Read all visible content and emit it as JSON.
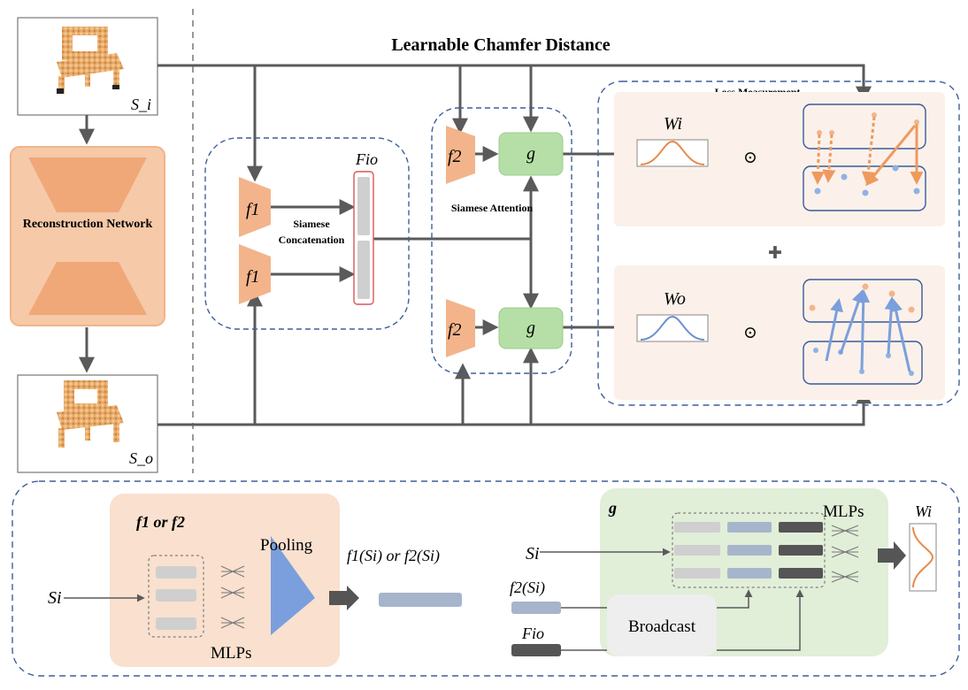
{
  "title": "Learnable Chamfer Distance",
  "input_label": "S_i",
  "output_label": "S_o",
  "reconstruction": "Reconstruction Network",
  "siamese_concat": "Siamese Concatenation",
  "siamese_attention": "Siamese Attention",
  "loss_measurement": "Loss Measurement",
  "f1": "f1",
  "f2": "f2",
  "g": "g",
  "fio": "Fio",
  "wi": "Wi",
  "wo": "Wo",
  "odot": "⊙",
  "plus": "✚",
  "detail": {
    "f_title": "f1 or f2",
    "pooling": "Pooling",
    "mlps": "MLPs",
    "si": "Si",
    "f_output": "f1(Si) or f2(Si)",
    "g_title": "g",
    "g_mlps": "MLPs",
    "g_si": "Si",
    "g_f2si": "f2(Si)",
    "g_fio": "Fio",
    "broadcast": "Broadcast",
    "g_wi": "Wi"
  },
  "colors": {
    "dash_blue": "#3f5f9a",
    "orange": "#f3b48b",
    "orange_dark": "#e8894a",
    "green": "#b5dfa6",
    "blue": "#7b9fdc",
    "gray_line": "#5a5a5a",
    "loss_bg": "#fbf1ea",
    "detail_f_bg": "#f9e0cf",
    "detail_g_bg": "#e1eed8"
  }
}
